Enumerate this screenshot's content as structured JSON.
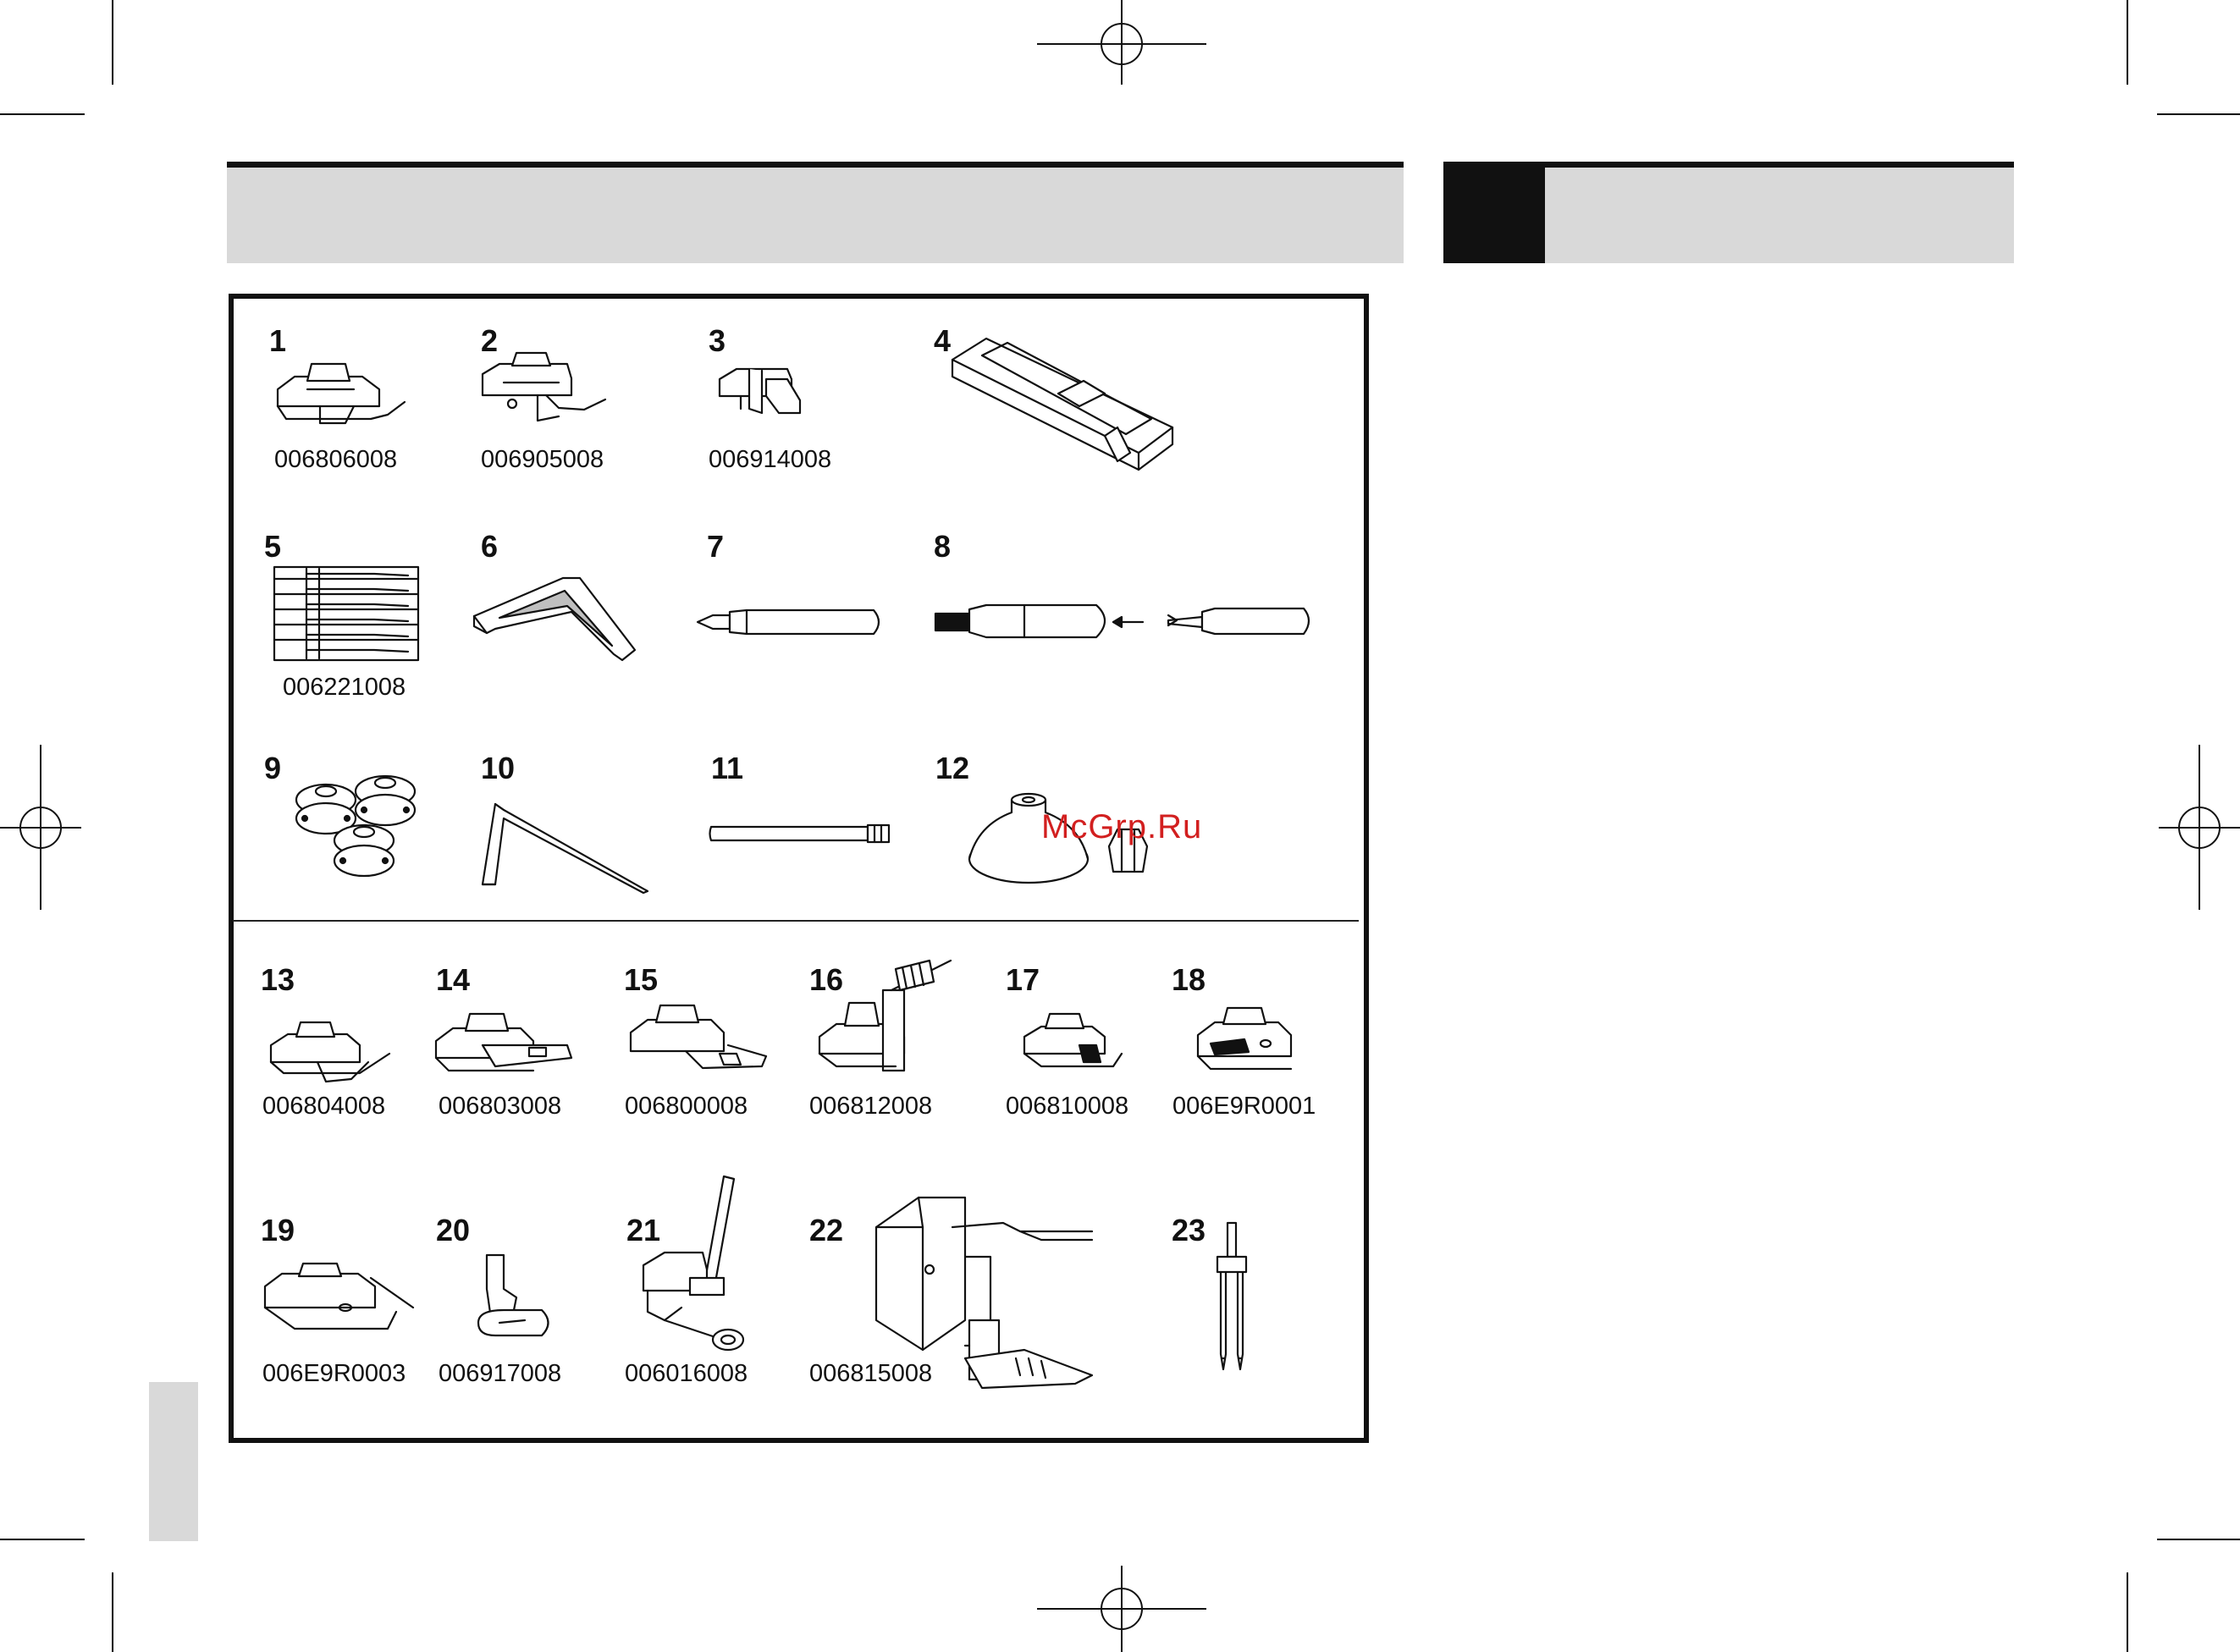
{
  "items": {
    "n1": "1",
    "c1": "006806008",
    "n2": "2",
    "c2": "006905008",
    "n3": "3",
    "c3": "006914008",
    "n4": "4",
    "n5": "5",
    "c5": "006221008",
    "n6": "6",
    "n7": "7",
    "n8": "8",
    "n9": "9",
    "n10": "10",
    "n11": "11",
    "n12": "12",
    "n13": "13",
    "c13": "006804008",
    "n14": "14",
    "c14": "006803008",
    "n15": "15",
    "c15": "006800008",
    "n16": "16",
    "c16": "006812008",
    "n17": "17",
    "c17": "006810008",
    "n18": "18",
    "c18": "006E9R0001",
    "n19": "19",
    "c19": "006E9R0003",
    "n20": "20",
    "c20": "006917008",
    "n21": "21",
    "c21": "006016008",
    "n22": "22",
    "c22": "006815008",
    "n23": "23"
  },
  "watermark": "McGrp.Ru",
  "colors": {
    "header_gray": "#d9d9d9",
    "ink": "#111111",
    "watermark": "#d21f1f"
  }
}
